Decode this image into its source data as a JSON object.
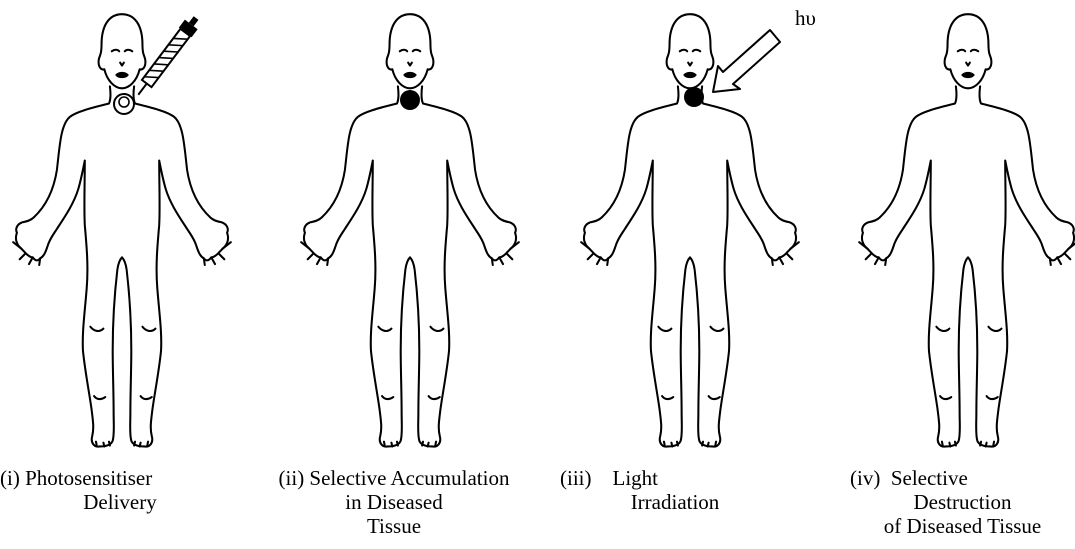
{
  "stages": [
    {
      "line1": "(i) Photosensitiser",
      "line2": "Delivery",
      "line3": ""
    },
    {
      "line1": "(ii) Selective Accumulation",
      "line2": "in Diseased",
      "line3": "Tissue"
    },
    {
      "line1": "(iii)    Light",
      "line2": "Irradiation",
      "line3": ""
    },
    {
      "line1": "(iv)  Selective",
      "line2": "Destruction",
      "line3": "of Diseased Tissue"
    }
  ],
  "light_label": "hυ",
  "colors": {
    "ink": "#000000",
    "background": "#ffffff"
  }
}
